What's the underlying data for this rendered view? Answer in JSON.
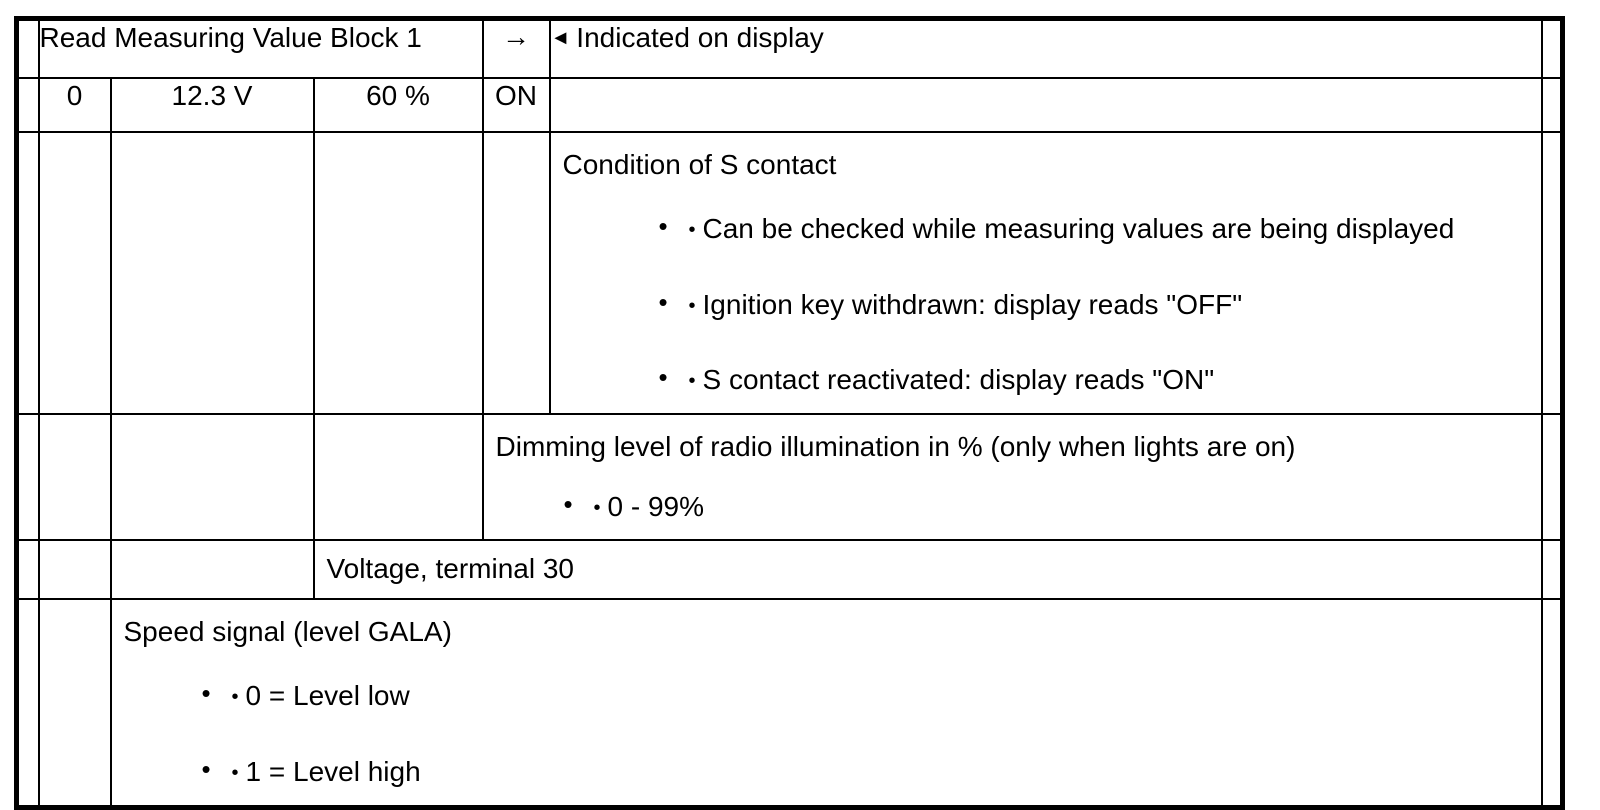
{
  "document": {
    "title": "Read Measuring Value Block 1",
    "arrow_symbol": "→",
    "left_marker_symbol": "◄",
    "display_note": "Indicated on display",
    "inner_bullet_symbol": "•"
  },
  "columns": {
    "spacer_label": "",
    "field_1_label": "0",
    "field_2_label": "12.3 V",
    "field_3_label": "60 %",
    "field_4_label": "ON",
    "description_label": "",
    "right_spacer_label": ""
  },
  "values_row": {
    "display_group": "0",
    "voltage": "12.3 V",
    "dimming": "60 %",
    "s_contact": "ON",
    "description": ""
  },
  "sections": [
    {
      "id": "s-contact",
      "heading": "Condition of S contact",
      "bullets": [
        "Can be checked while measuring values are being displayed",
        "Ignition key withdrawn: display reads \"OFF\"",
        "S contact reactivated: display reads \"ON\""
      ]
    },
    {
      "id": "dimming",
      "heading": "Dimming level of radio illumination in % (only when lights are on)",
      "bullets": [
        "0 - 99%"
      ]
    },
    {
      "id": "voltage",
      "heading": "Voltage, terminal 30",
      "bullets": []
    },
    {
      "id": "speed-signal",
      "heading": "Speed signal (level GALA)",
      "bullets": [
        "0 = Level low",
        "1 = Level high"
      ]
    }
  ],
  "colors": {
    "ink": "#000000",
    "paper": "#ffffff"
  }
}
